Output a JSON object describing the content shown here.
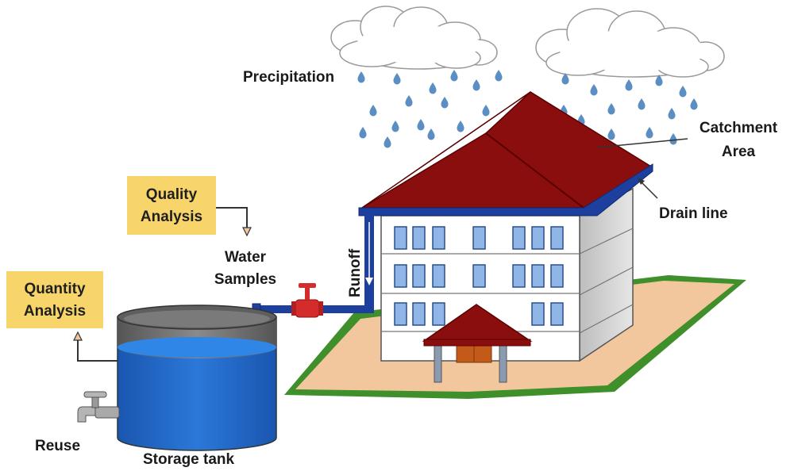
{
  "labels": {
    "precipitation": "Precipitation",
    "catchment_line1": "Catchment",
    "catchment_line2": "Area",
    "drain_line": "Drain line",
    "runoff": "Runoff",
    "water_samples_line1": "Water",
    "water_samples_line2": "Samples",
    "quality_analysis_line1": "Quality",
    "quality_analysis_line2": "Analysis",
    "quantity_analysis_line1": "Quantity",
    "quantity_analysis_line2": "Analysis",
    "reuse": "Reuse",
    "storage_tank": "Storage tank"
  },
  "colors": {
    "roof": "#8b0e0e",
    "roof_edge": "#5a0000",
    "gutter": "#1d3f9e",
    "water": "#1f67c9",
    "tank_top": "#6f6f6f",
    "cloud": "#ffffff",
    "drop": "#5b8fc4",
    "lawn_border": "#3f8f2a",
    "ground": "#f2c79e",
    "label_box": "#f7d56a",
    "wall": "#ffffff",
    "side_wall": "#d9d9d9",
    "window": "#8fb6e6",
    "valve": "#d42b2b"
  }
}
